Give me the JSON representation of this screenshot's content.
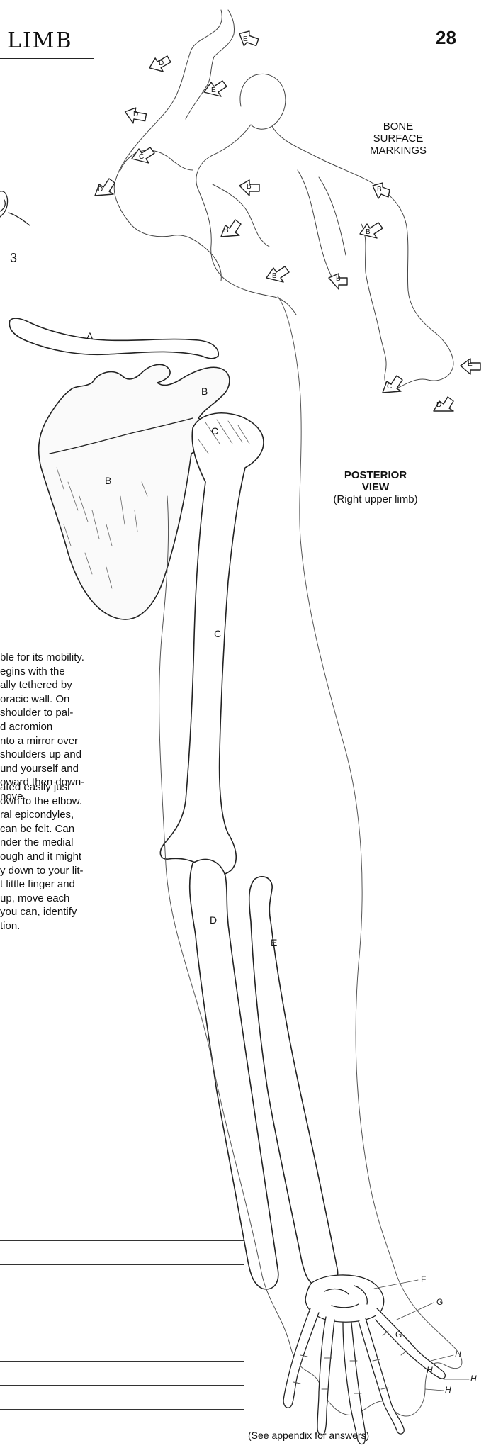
{
  "header": {
    "chapter_title": "LIMB",
    "page_number": "28"
  },
  "labels": {
    "bone_surface_markings": [
      "BONE",
      "SURFACE",
      "MARKINGS"
    ],
    "view_title_line1": "POSTERIOR",
    "view_title_line2": "VIEW",
    "view_subtitle": "(Right upper limb)",
    "figure_ref": "3"
  },
  "body_text": {
    "paragraph1": [
      "ble for its mobility.",
      "egins with the",
      "ally tethered by",
      "oracic wall. On",
      "shoulder to pal-",
      "d acromion",
      "nto a mirror over",
      "shoulders up and",
      "und yourself and",
      "oward then down-",
      "nove."
    ],
    "paragraph2": [
      "ated easily just",
      "own to the elbow.",
      "ral epicondyles,",
      "can be felt. Can",
      "nder the medial",
      "ough and it might",
      "y down to your lit-",
      "t little finger and",
      "up, move each",
      "you can, identify",
      "tion."
    ]
  },
  "bone_labels": {
    "A": "A",
    "B": "B",
    "C": "C",
    "D": "D",
    "E": "E",
    "F": "F",
    "G": "G",
    "H": "H"
  },
  "arrow_letters": [
    "E",
    "D",
    "D",
    "C",
    "E",
    "D",
    "B",
    "B",
    "B",
    "B",
    "B",
    "B",
    "C",
    "D",
    "E"
  ],
  "answer_lines_count": 8,
  "footer": {
    "appendix_note": "(See appendix for answers)"
  }
}
